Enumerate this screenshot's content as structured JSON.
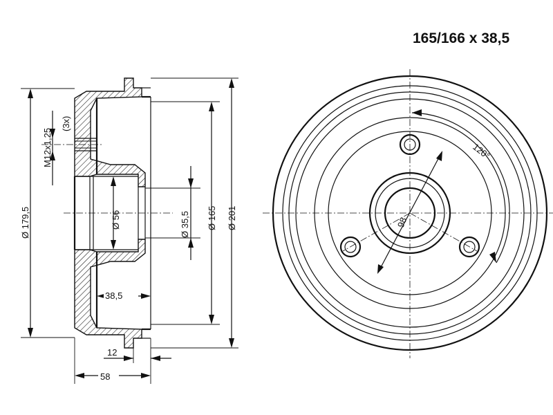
{
  "title": "165/166 x 38,5",
  "dimensions": {
    "thread": "M12x1,25",
    "thread_count": "(3x)",
    "d_179_5": "Ø 179,5",
    "d_56": "Ø 56",
    "d_35_5": "Ø 35,5",
    "d_165": "Ø 165",
    "d_201": "Ø 201",
    "depth": "38,5",
    "flange": "12",
    "overall": "58",
    "pcd": "98",
    "angle": "120°"
  }
}
